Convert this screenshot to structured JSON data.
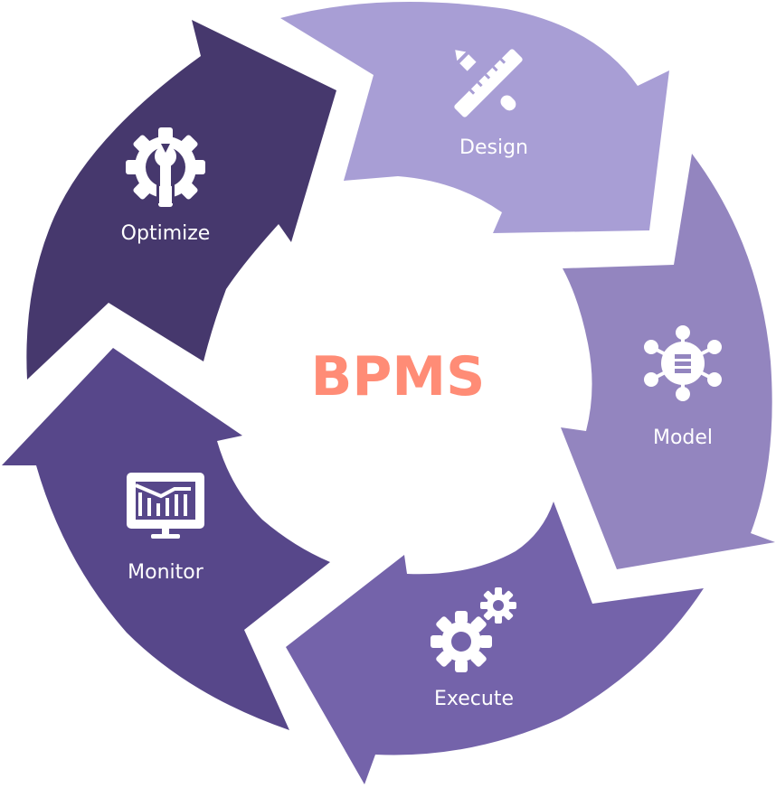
{
  "diagram": {
    "center_title": "BPMS",
    "center_color": "#FF8C76",
    "stages": [
      {
        "id": "design",
        "label": "Design",
        "icon": "pencil-ruler-icon",
        "color": "#A89ED5"
      },
      {
        "id": "model",
        "label": "Model",
        "icon": "network-node-icon",
        "color": "#9385BF"
      },
      {
        "id": "execute",
        "label": "Execute",
        "icon": "gears-icon",
        "color": "#7463AA"
      },
      {
        "id": "monitor",
        "label": "Monitor",
        "icon": "monitor-chart-icon",
        "color": "#57478A"
      },
      {
        "id": "optimize",
        "label": "Optimize",
        "icon": "gear-wrench-icon",
        "color": "#46386D"
      }
    ]
  }
}
